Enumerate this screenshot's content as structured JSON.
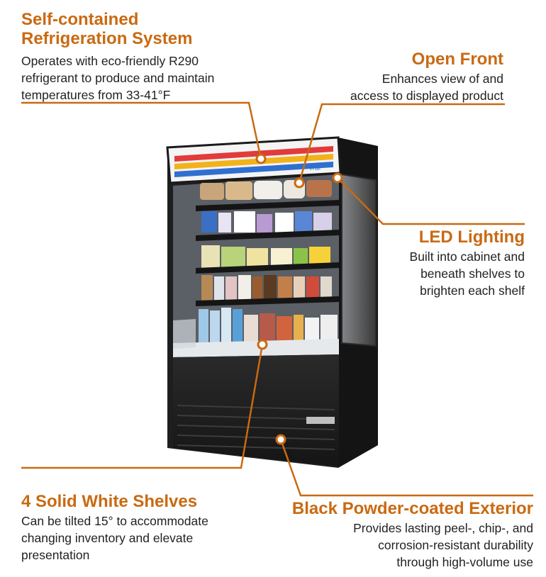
{
  "callouts": {
    "refrigeration": {
      "title_line1": "Self-contained",
      "title_line2": "Refrigeration System",
      "desc_line1": "Operates with eco-friendly R290",
      "desc_line2": "refrigerant to produce and maintain",
      "desc_line3": "temperatures from 33-41°F"
    },
    "open_front": {
      "title": "Open Front",
      "desc_line1": "Enhances view of and",
      "desc_line2": "access to displayed product"
    },
    "led": {
      "title": "LED Lighting",
      "desc_line1": "Built into cabinet and",
      "desc_line2": "beneath shelves to",
      "desc_line3": "brighten each shelf"
    },
    "shelves": {
      "title": "4 Solid White Shelves",
      "desc_line1": "Can be tilted 15° to accommodate",
      "desc_line2": "changing inventory and elevate",
      "desc_line3": "presentation"
    },
    "exterior": {
      "title": "Black Powder-coated Exterior",
      "desc_line1": "Provides lasting peel-, chip-, and",
      "desc_line2": "corrosion-resistant durability",
      "desc_line3": "through high-volume use"
    }
  },
  "colors": {
    "accent": "#c96a12",
    "text": "#222222",
    "cabinet": "#1e1e1e",
    "stripe_red": "#e23b3b",
    "stripe_yellow": "#f2b21b",
    "stripe_blue": "#2f6fd0"
  },
  "icons": [
    "callout-dot-icon"
  ]
}
